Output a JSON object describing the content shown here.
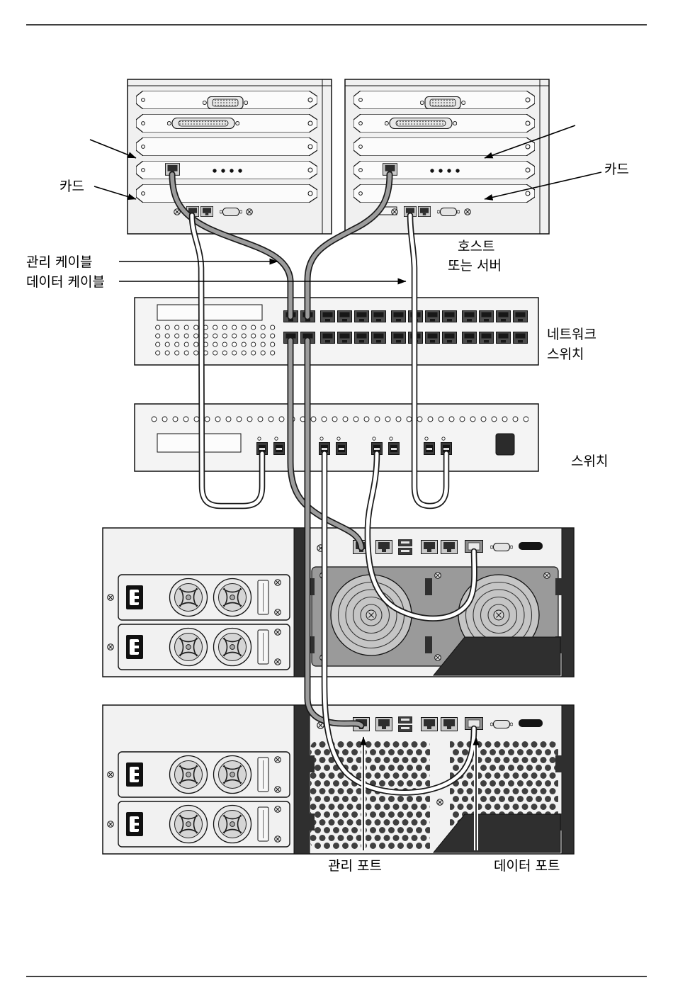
{
  "labels": {
    "card_left": "카드",
    "card_right": "카드",
    "management_cable": "관리 케이블",
    "data_cable": "데이터 케이블",
    "host_line1": "호스트",
    "host_line2": "또는 서버",
    "network_switch_line1": "네트워크",
    "network_switch_line2": "스위치",
    "fc_switch": "스위치",
    "management_port": "관리 포트",
    "data_port": "데이터 포트"
  },
  "colors": {
    "management_cable": "#9c9c9c",
    "data_cable": "#ffffff",
    "chassis_fill": "#f2f2f2",
    "panel_dark": "#2f2f2f",
    "panel_gray": "#9a9a9a"
  }
}
